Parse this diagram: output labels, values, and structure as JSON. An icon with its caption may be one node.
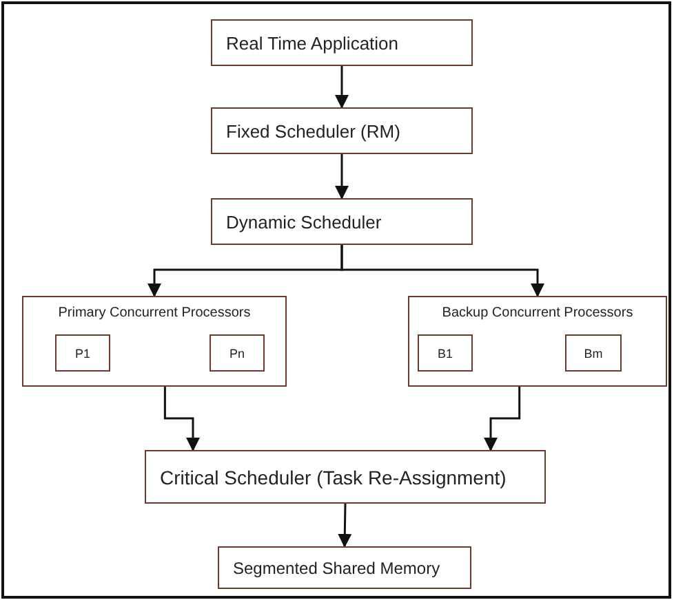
{
  "diagram": {
    "nodes": [
      {
        "text": [
          "Real Time Application"
        ]
      },
      {
        "text": [
          "Fixed Scheduler (RM)"
        ]
      },
      {
        "text": [
          "Dynamic Scheduler"
        ]
      },
      {
        "text": [
          "Primary Concurrent Processors"
        ]
      },
      {
        "text": [
          "P1"
        ],
        "in": 3
      },
      {
        "text": [
          "Pn"
        ],
        "in": 3
      },
      {
        "text": [
          "Backup Concurrent Processors"
        ]
      },
      {
        "text": [
          "B1"
        ],
        "in": 6
      },
      {
        "text": [
          "Bm"
        ],
        "in": 6
      },
      {
        "text": [
          "Critical Scheduler (Task Re-Assignment)"
        ]
      },
      {
        "text": [
          "Segmented Shared Memory"
        ]
      }
    ],
    "edges": [
      {
        "from": 0,
        "to": 1,
        "arrow": "to"
      },
      {
        "from": 1,
        "to": 2,
        "arrow": "to"
      },
      {
        "from": 2,
        "to": 3,
        "arrow": "to"
      },
      {
        "from": 2,
        "to": 6,
        "arrow": "to"
      },
      {
        "from": 3,
        "to": 9,
        "arrow": "to"
      },
      {
        "from": 6,
        "to": 9,
        "arrow": "to"
      },
      {
        "from": 9,
        "to": 10,
        "arrow": "to"
      }
    ]
  }
}
